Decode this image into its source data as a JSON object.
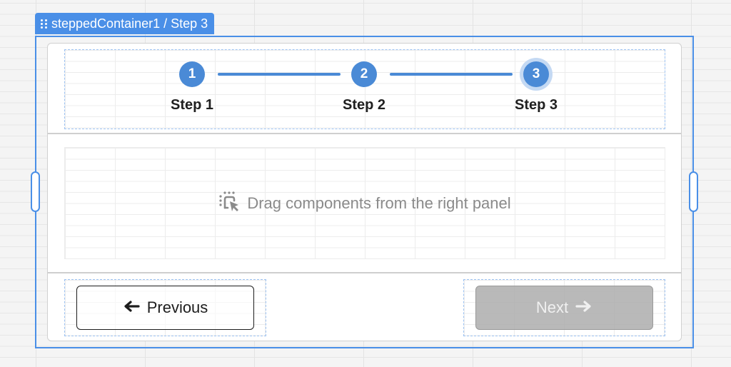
{
  "selection": {
    "label": "steppedContainer1 / Step 3",
    "accent": "#4a8fe7"
  },
  "stepper": {
    "current_step": 3,
    "steps": [
      {
        "number": "1",
        "label": "Step 1"
      },
      {
        "number": "2",
        "label": "Step 2"
      },
      {
        "number": "3",
        "label": "Step 3"
      }
    ],
    "accent": "#4a8ad6"
  },
  "body": {
    "placeholder_icon": "drag-drop-icon",
    "placeholder_text": "Drag components from the right panel"
  },
  "footer": {
    "previous": {
      "label": "Previous",
      "icon": "arrow-left-icon"
    },
    "next": {
      "label": "Next",
      "icon": "arrow-right-icon",
      "disabled": true
    }
  }
}
